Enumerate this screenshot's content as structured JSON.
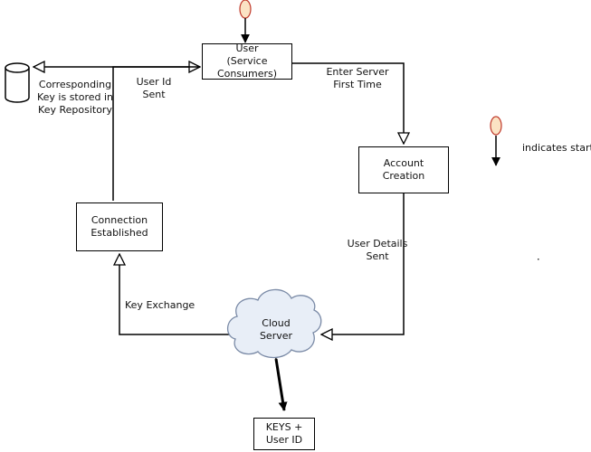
{
  "nodes": {
    "user": {
      "line1": "User",
      "line2": "(Service Consumers)"
    },
    "account": {
      "line1": "Account",
      "line2": "Creation"
    },
    "connection": {
      "line1": "Connection",
      "line2": "Established"
    },
    "cloud": {
      "line1": "Cloud",
      "line2": "Server"
    },
    "keys": {
      "line1": "KEYS +",
      "line2": "User ID"
    }
  },
  "edges": {
    "enter_server": {
      "line1": "Enter Server",
      "line2": "First Time"
    },
    "user_id_sent": {
      "line1": "User Id",
      "line2": "Sent"
    },
    "key_stored": {
      "line1": "Corresponding",
      "line2": "Key is stored in",
      "line3": "Key Repository"
    },
    "user_details": {
      "line1": "User Details",
      "line2": "Sent"
    },
    "key_exchange": "Key Exchange"
  },
  "legend": {
    "text": "indicates start sta"
  },
  "colors": {
    "start_fill": "#fbe3c4",
    "start_stroke": "#c0392b",
    "line": "#000000"
  }
}
